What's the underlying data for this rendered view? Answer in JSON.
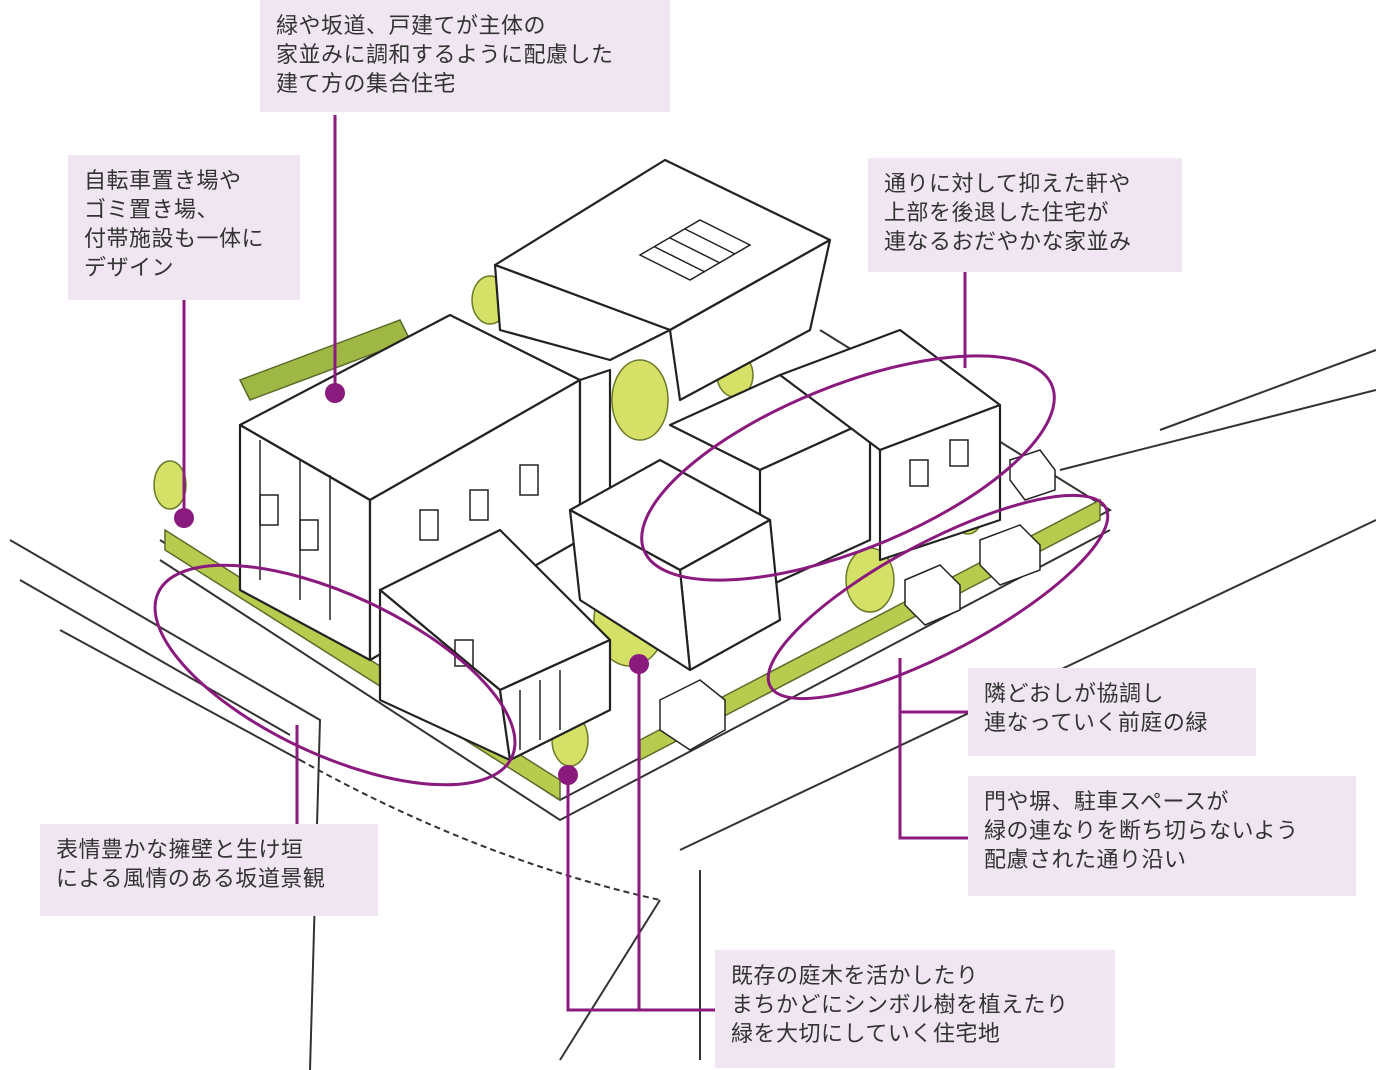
{
  "colors": {
    "callout_bg": "#efe6f1",
    "accent": "#8a1a7e",
    "greenery": "#c9d95a",
    "ink": "#222222"
  },
  "callouts": {
    "apartment": {
      "lines": [
        "緑や坂道、戸建てが主体の",
        "家並みに調和するように配慮した",
        "建て方の集合住宅"
      ]
    },
    "bicycle": {
      "lines": [
        "自転車置き場や",
        "ゴミ置き場、",
        "付帯施設も一体に",
        "デザイン"
      ]
    },
    "eaves": {
      "lines": [
        "通りに対して抑えた軒や",
        "上部を後退した住宅が",
        "連なるおだやかな家並み"
      ]
    },
    "front_garden": {
      "lines": [
        "隣どおしが協調し",
        "連なっていく前庭の緑"
      ]
    },
    "gate": {
      "lines": [
        "門や塀、駐車スペースが",
        "緑の連なりを断ち切らないよう",
        "配慮された通り沿い"
      ]
    },
    "retaining_wall": {
      "lines": [
        "表情豊かな擁壁と生け垣",
        "による風情のある坂道景観"
      ]
    },
    "trees": {
      "lines": [
        "既存の庭木を活かしたり",
        "まちかどにシンボル樹を植えたり",
        "緑を大切にしていく住宅地"
      ]
    }
  }
}
